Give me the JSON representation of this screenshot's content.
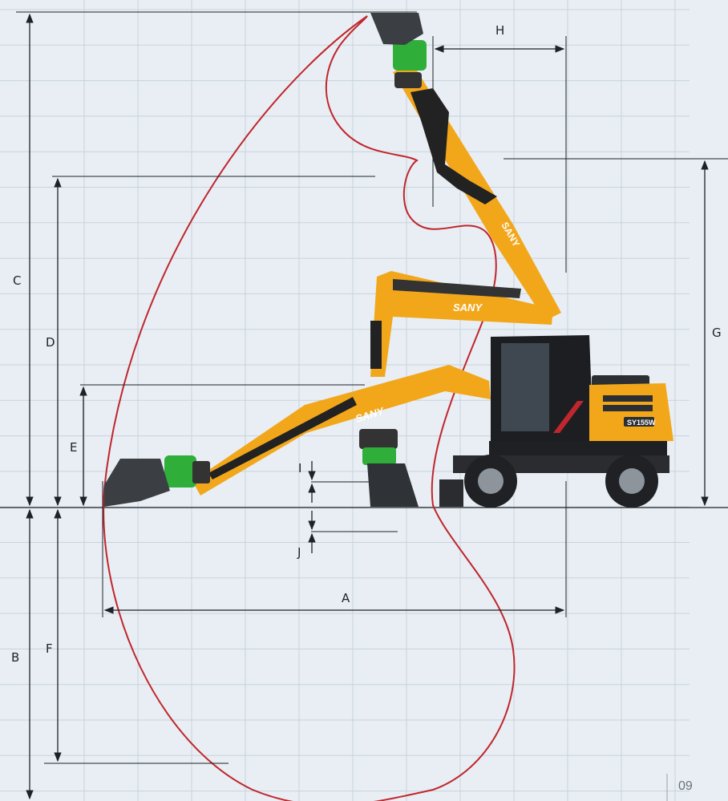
{
  "dimension_labels": {
    "A": "A",
    "B": "B",
    "C": "C",
    "D": "D",
    "E": "E",
    "F": "F",
    "G": "G",
    "H": "H",
    "I": "I",
    "J": "J"
  },
  "machine": {
    "brand": "SANY",
    "model": "SY155W"
  },
  "page_number": "09",
  "colors": {
    "background": "#e8eef3",
    "grid": "#c7d3dd",
    "envelope": "#c0262d",
    "machine_yellow": "#f2a71b",
    "attachment_green": "#2fae3a",
    "dark": "#222222"
  }
}
